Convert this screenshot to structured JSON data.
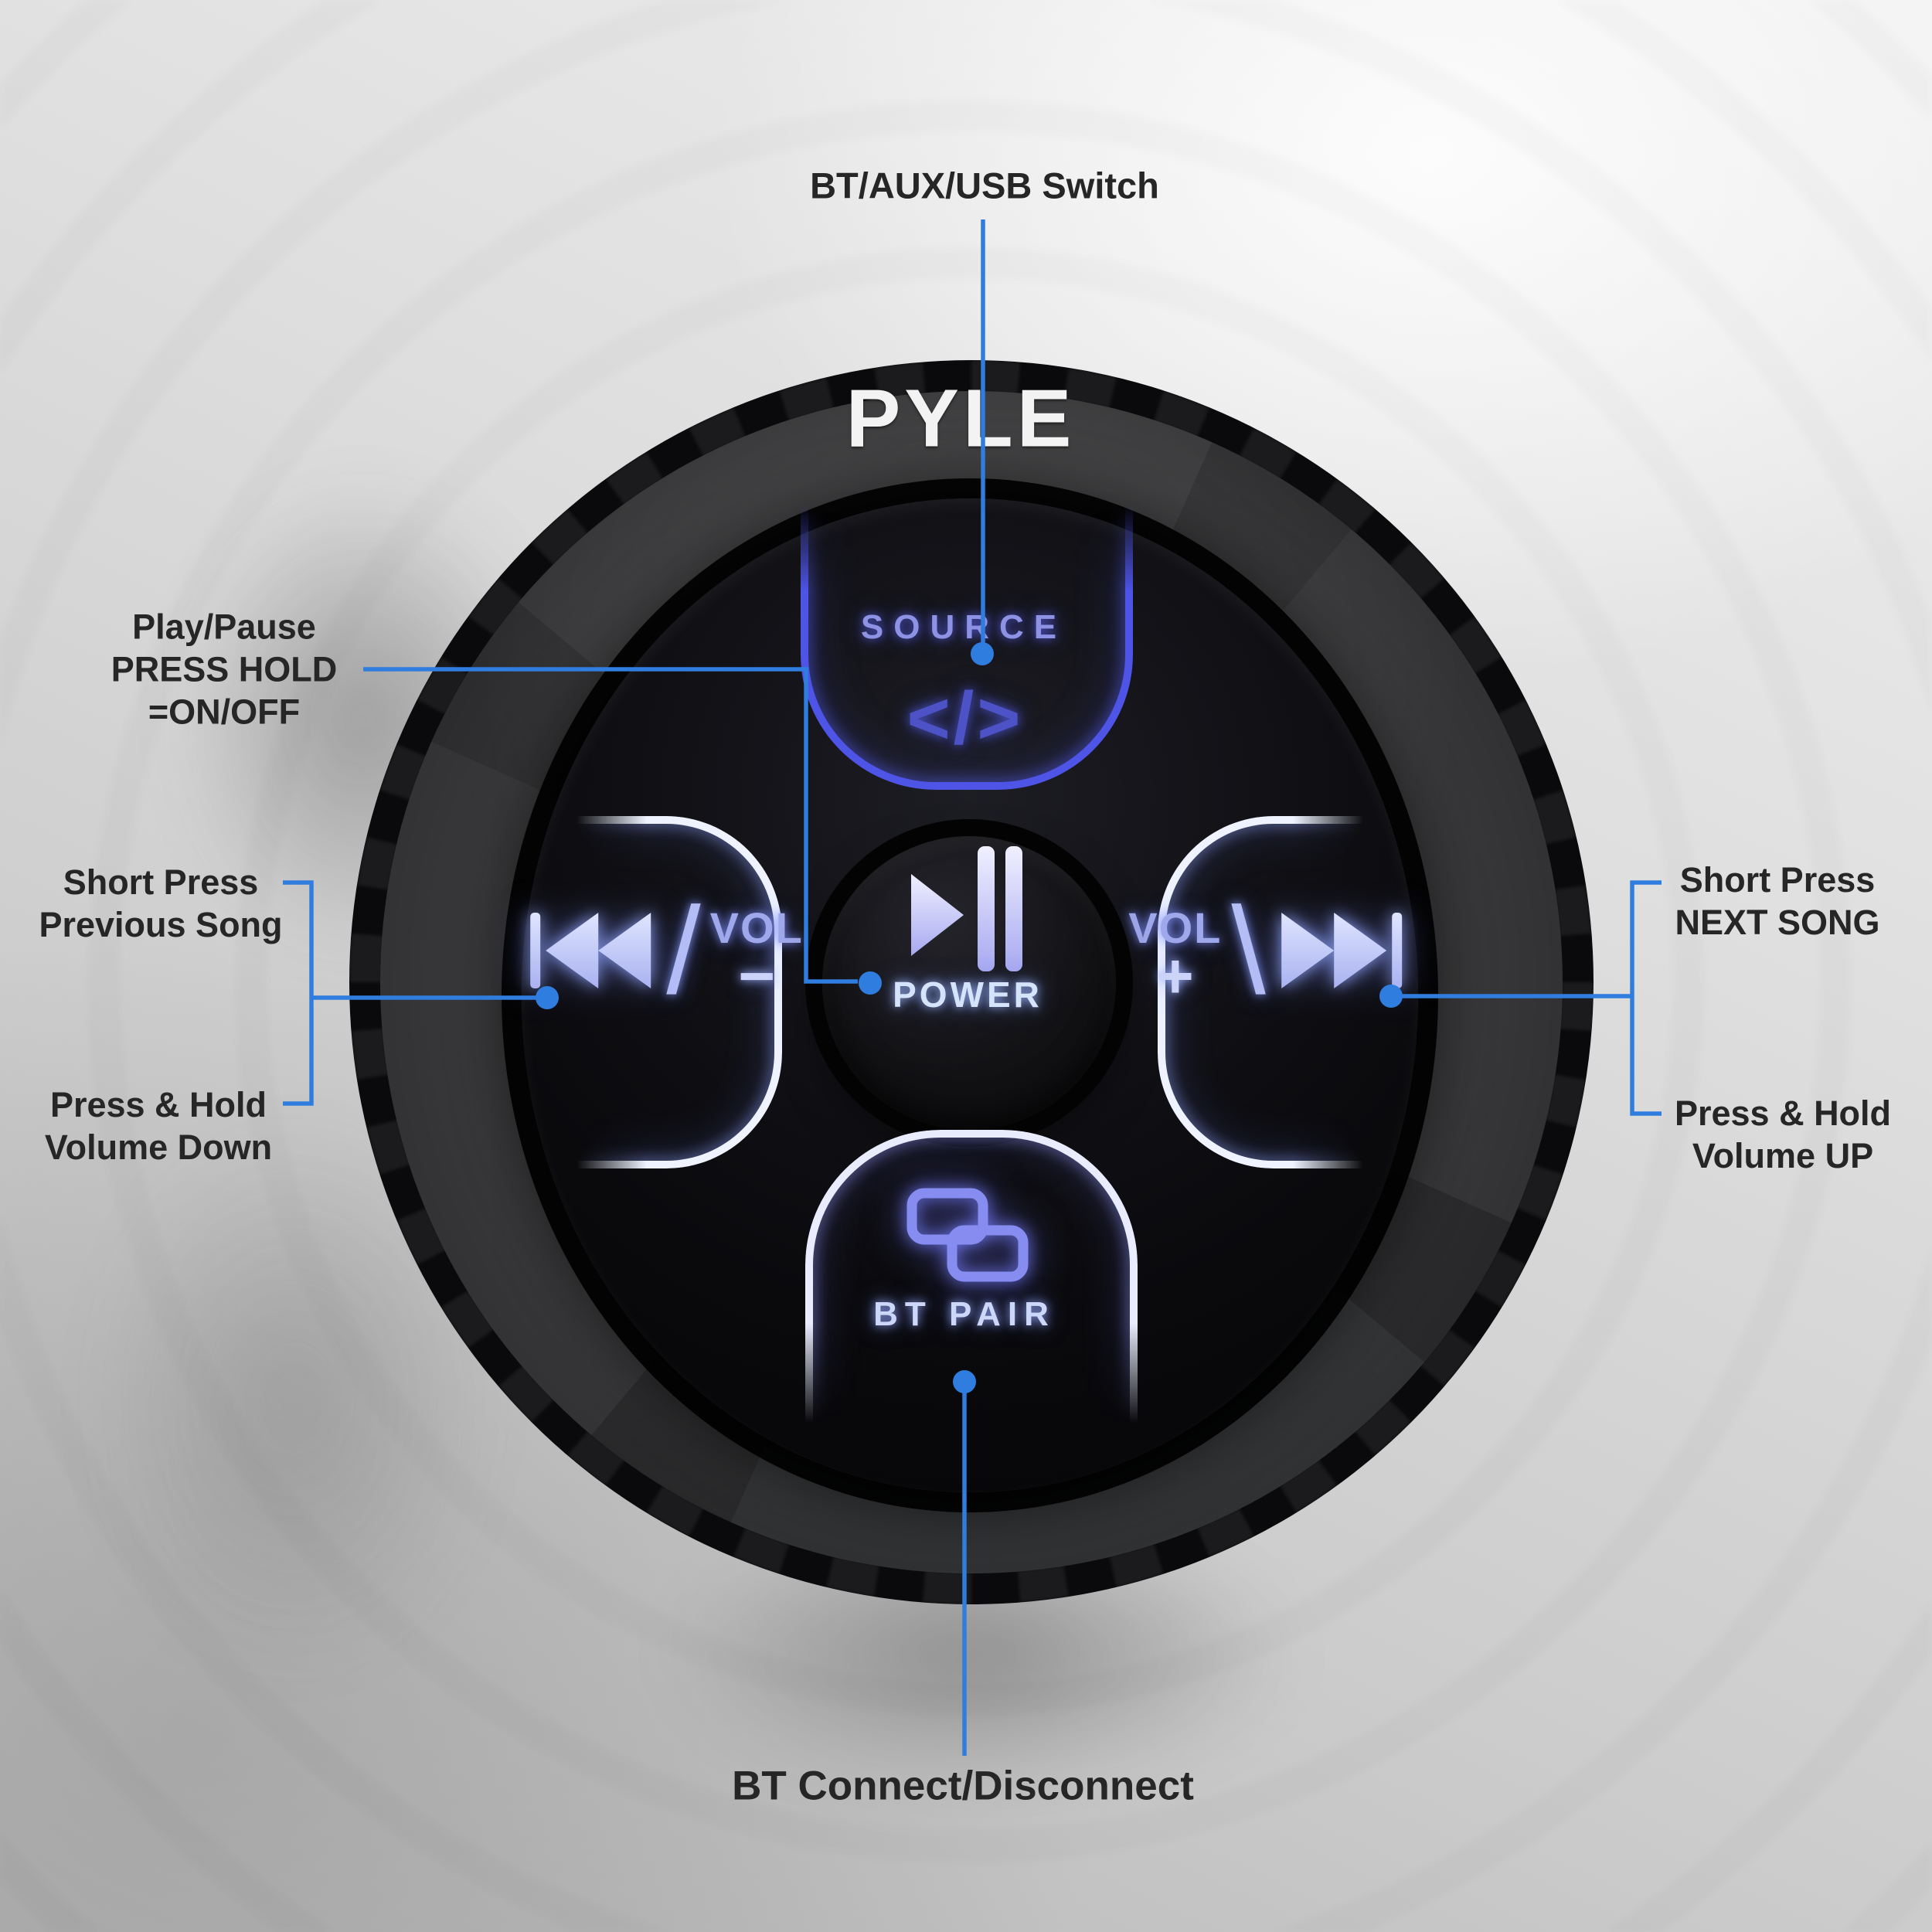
{
  "callouts": {
    "source": {
      "label": "BT/AUX/USB Switch"
    },
    "power": {
      "lines": [
        "Play/Pause",
        "PRESS HOLD",
        "=ON/OFF"
      ]
    },
    "previous": {
      "lines": [
        "Short Press",
        "Previous Song"
      ]
    },
    "volume_down": {
      "lines": [
        "Press & Hold",
        "Volume Down"
      ]
    },
    "next": {
      "lines": [
        "Short Press",
        "NEXT SONG"
      ]
    },
    "volume_up": {
      "lines": [
        "Press & Hold",
        "Volume UP"
      ]
    },
    "bt": {
      "label": "BT Connect/Disconnect"
    }
  },
  "device": {
    "brand": "PYLE",
    "source_button": {
      "label": "SOURCE",
      "icon_glyph": "</>"
    },
    "power_button": {
      "label": "POWER"
    },
    "left_button": {
      "vol": "VOL",
      "sign": "−",
      "slash": "/"
    },
    "right_button": {
      "vol": "VOL",
      "sign": "+",
      "slash": "\\"
    },
    "bt_button": {
      "label": "BT PAIR"
    }
  },
  "colors": {
    "callout_blue": "#2f7dde",
    "label_text": "#262626",
    "source_glow": "#4d54e6",
    "button_glow_white": "#eef3ff",
    "device_black": "#0a0a0c"
  }
}
